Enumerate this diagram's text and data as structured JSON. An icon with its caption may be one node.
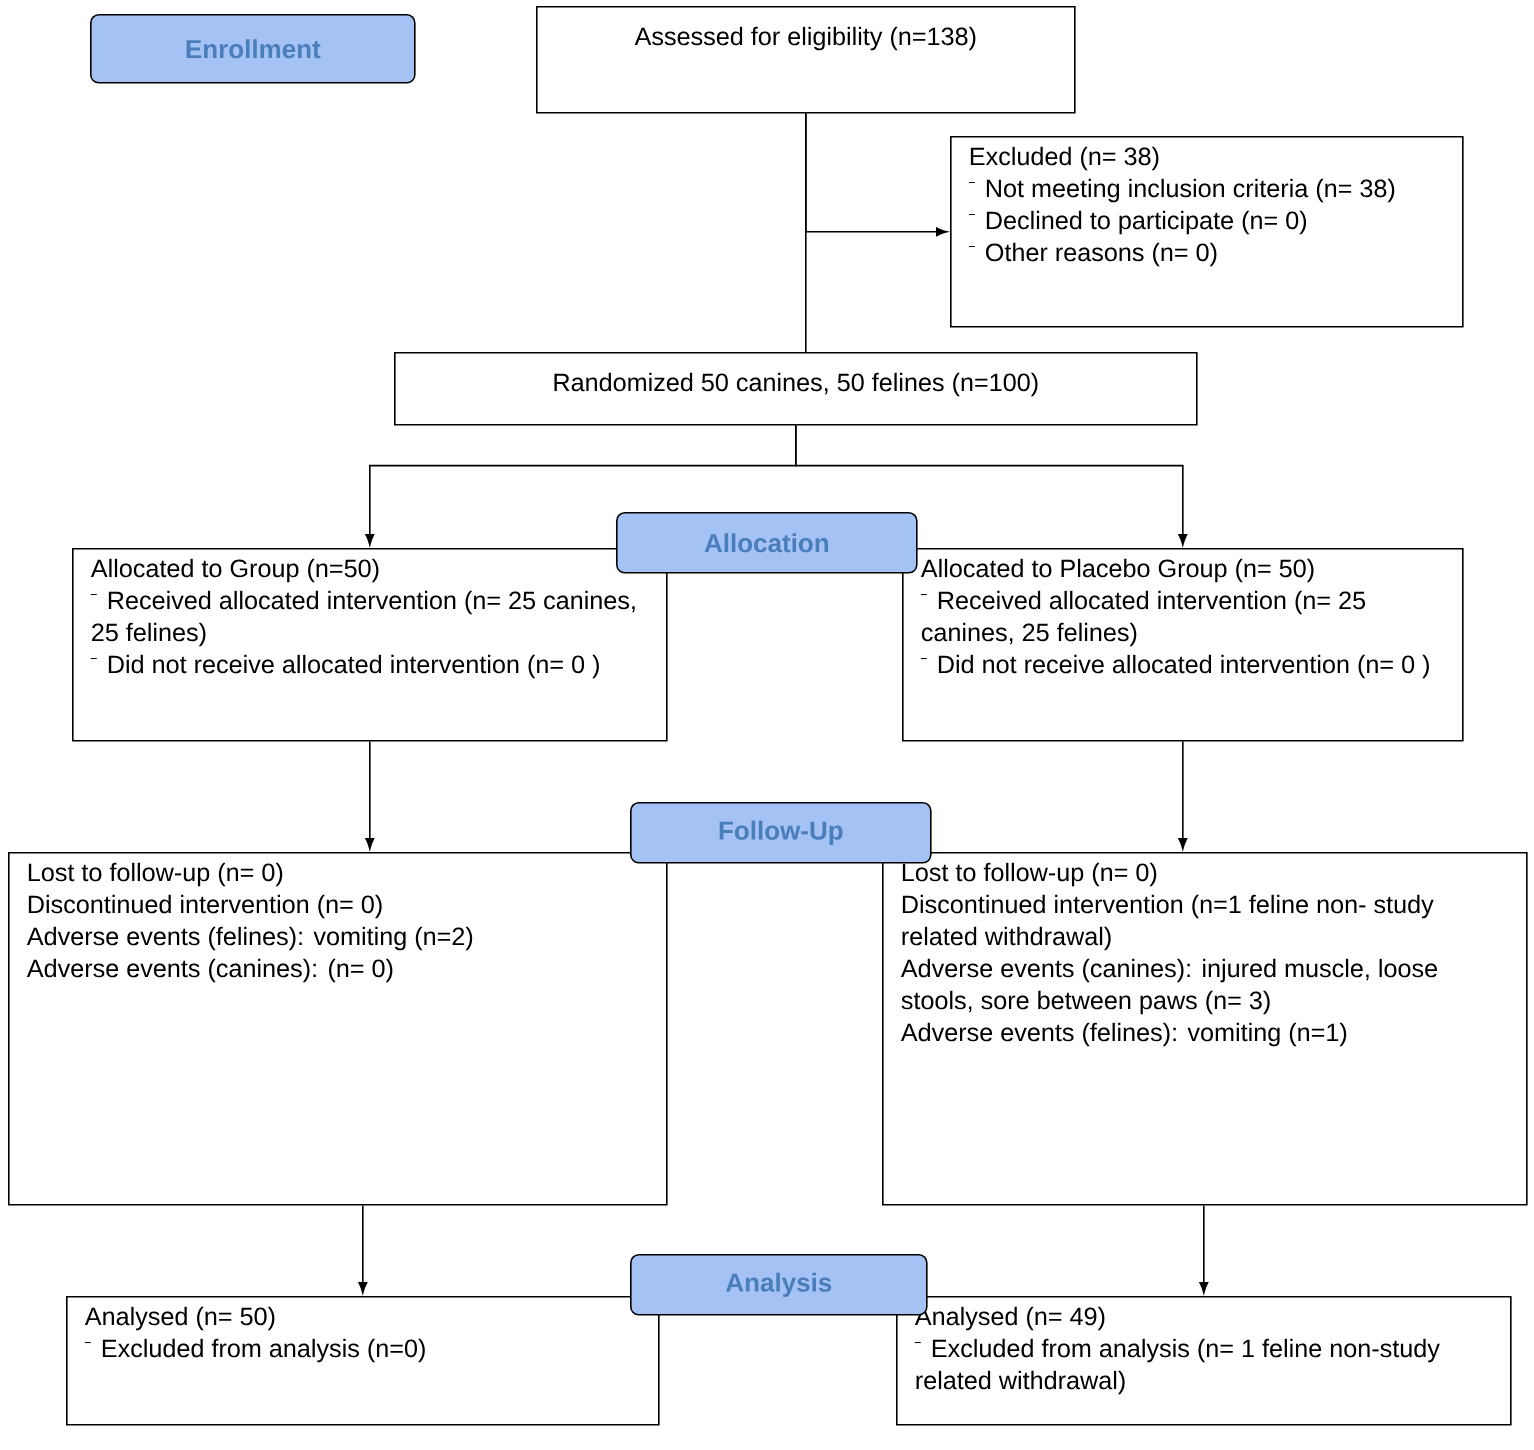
{
  "diagram": {
    "nodes": [
      {
        "text": [
          "Enrollment"
        ]
      },
      {
        "text": [
          "Assessed for eligibility (n=138)"
        ]
      },
      {
        "text": [
          "Excluded (n= 38)",
          "Not meeting inclusion criteria (n= 38)",
          "Declined to participate (n= 0)",
          "Other reasons (n= 0)"
        ]
      },
      {
        "text": [
          "Randomized 50 canines, 50 felines (n=100)"
        ]
      },
      {
        "text": [
          "Allocation"
        ]
      },
      {
        "text": [
          "Allocated to Group (n=50)",
          "Received allocated intervention (n= 25 canines, 25 felines)",
          "Did not receive allocated intervention (n= 0 )"
        ]
      },
      {
        "text": [
          "Allocated to Placebo Group (n= 50)",
          "Received allocated intervention (n= 25 canines, 25 felines)",
          "Did not receive allocated intervention (n= 0 )"
        ]
      },
      {
        "text": [
          "Follow-Up"
        ]
      },
      {
        "text": [
          "Lost to follow-up (n= 0)",
          "Discontinued intervention (n= 0)",
          "Adverse events (felines): vomiting (n=2)",
          "Adverse events (canines): (n= 0)"
        ]
      },
      {
        "text": [
          "Lost to follow-up (n= 0)",
          "Discontinued intervention (n=1 feline non- study related withdrawal)",
          "Adverse events (canines): injured muscle, loose stools, sore between paws (n= 3)",
          "Adverse events (felines): vomiting (n=1)"
        ]
      },
      {
        "text": [
          "Analysis"
        ]
      },
      {
        "text": [
          "Analysed (n= 50)",
          "Excluded from analysis (n=0)"
        ]
      },
      {
        "text": [
          "Analysed (n= 49)",
          "Excluded from analysis (n= 1 feline non-study related withdrawal)"
        ]
      }
    ],
    "edges": [
      {
        "from": 1,
        "to": 3,
        "arrow": "none"
      },
      {
        "from": 1,
        "to": 2,
        "arrow": "to"
      },
      {
        "from": 3,
        "to": 5,
        "arrow": "to"
      },
      {
        "from": 3,
        "to": 6,
        "arrow": "to"
      },
      {
        "from": 5,
        "to": 8,
        "arrow": "to"
      },
      {
        "from": 6,
        "to": 9,
        "arrow": "to"
      },
      {
        "from": 8,
        "to": 11,
        "arrow": "to"
      },
      {
        "from": 9,
        "to": 12,
        "arrow": "to"
      }
    ]
  }
}
